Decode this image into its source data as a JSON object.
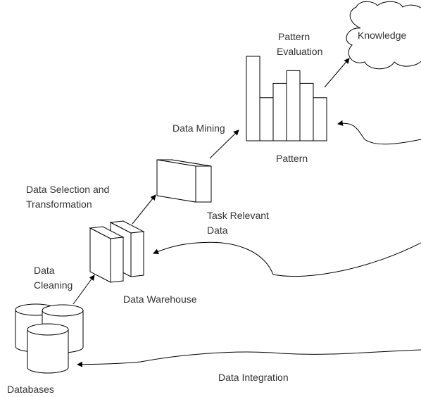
{
  "labels": {
    "pattern_evaluation": [
      "Pattern",
      "Evaluation"
    ],
    "knowledge": "Knowledge",
    "data_mining": "Data Mining",
    "pattern": "Pattern",
    "data_selection": [
      "Data Selection and",
      "Transformation"
    ],
    "task_relevant": [
      "Task Relevant",
      "Data"
    ],
    "data_cleaning": [
      "Data",
      "Cleaning"
    ],
    "data_warehouse": "Data Warehouse",
    "data_integration": "Data Integration",
    "databases": "Databases"
  },
  "pattern_bars": [
    1.0,
    0.51,
    0.68,
    0.83,
    0.68,
    0.51
  ],
  "colors": {
    "stroke": "#000000",
    "text": "#333333",
    "background": "#ffffff"
  }
}
